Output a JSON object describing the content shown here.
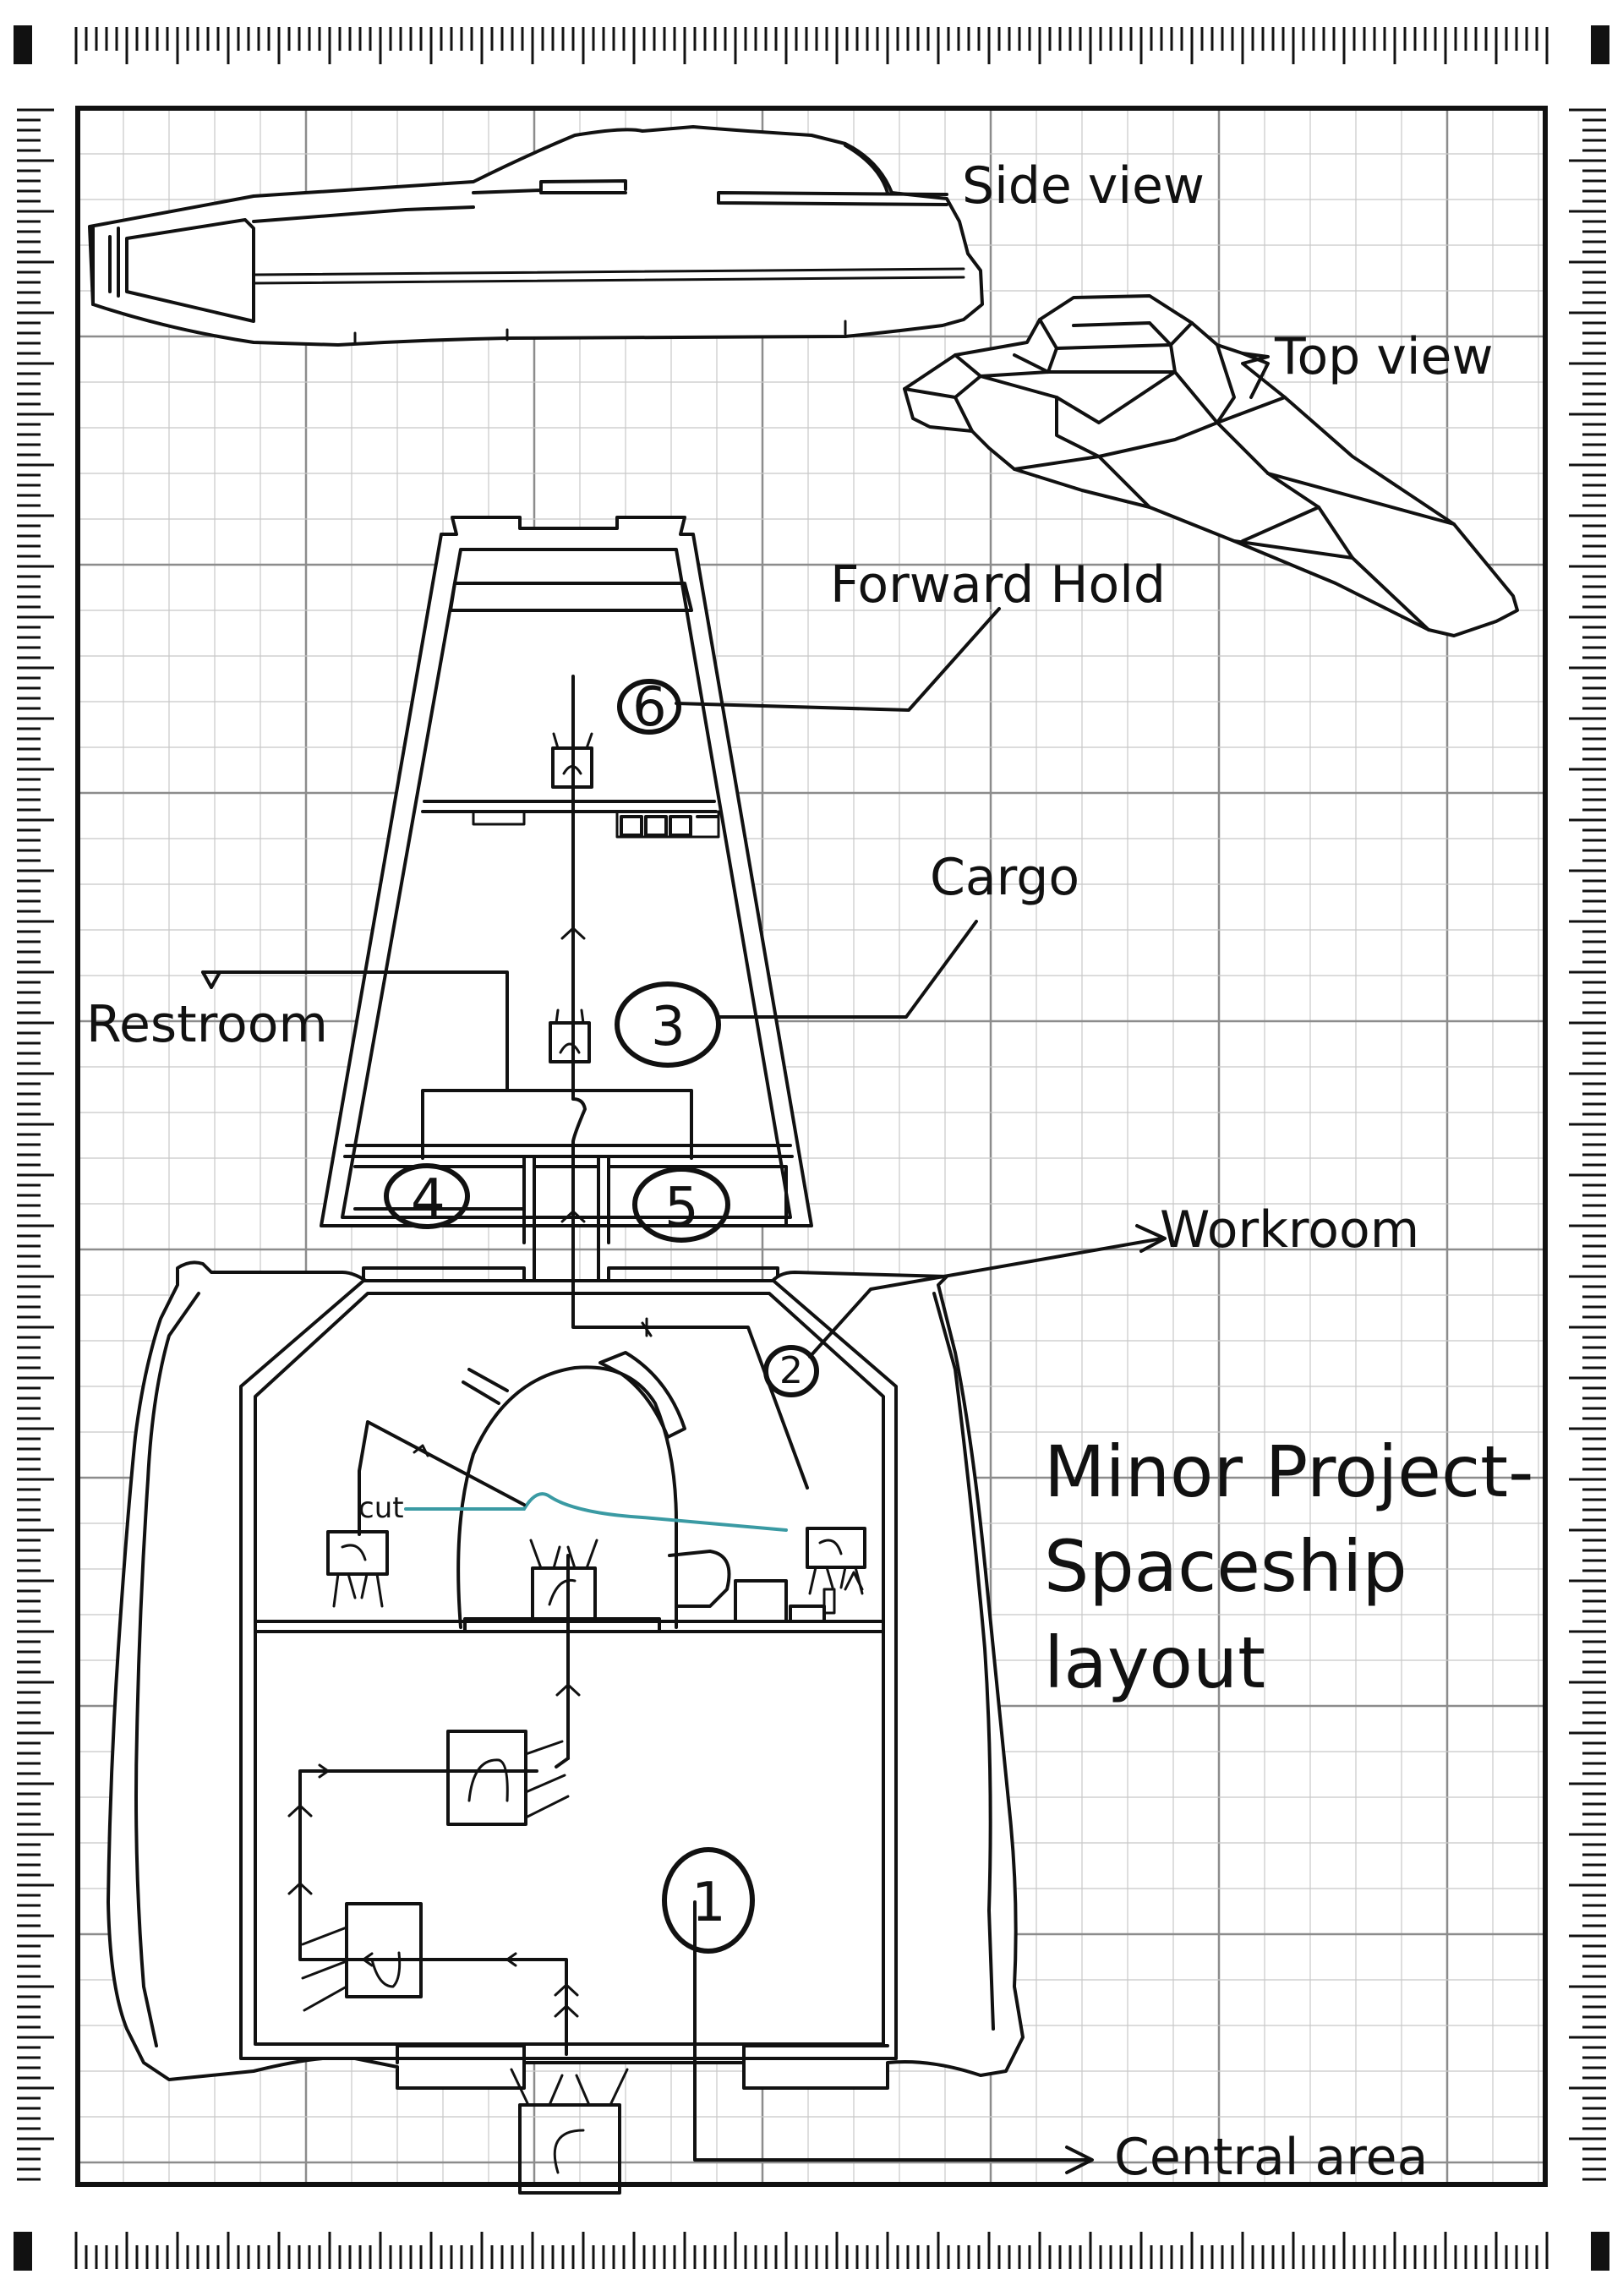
{
  "diagram": {
    "title_lines": [
      "Minor Project-",
      "Spaceship",
      "layout"
    ],
    "labels": {
      "side_view": "Side view",
      "top_view": "Top view",
      "forward_hold": "Forward Hold",
      "cargo": "Cargo",
      "restroom": "Restroom",
      "workroom": "Workroom",
      "central_area": "Central area",
      "cut": "cut"
    },
    "room_numbers": {
      "central": "1",
      "workroom": "2",
      "cargo": "3",
      "restroom_left": "4",
      "restroom_right": "5",
      "forward_hold": "6"
    },
    "colors": {
      "ink": "#111111",
      "paper": "#ffffff",
      "grid_minor": "#c8c8c8",
      "grid_major": "#8c8c8c",
      "cut_line": "#3a9aa3"
    }
  }
}
